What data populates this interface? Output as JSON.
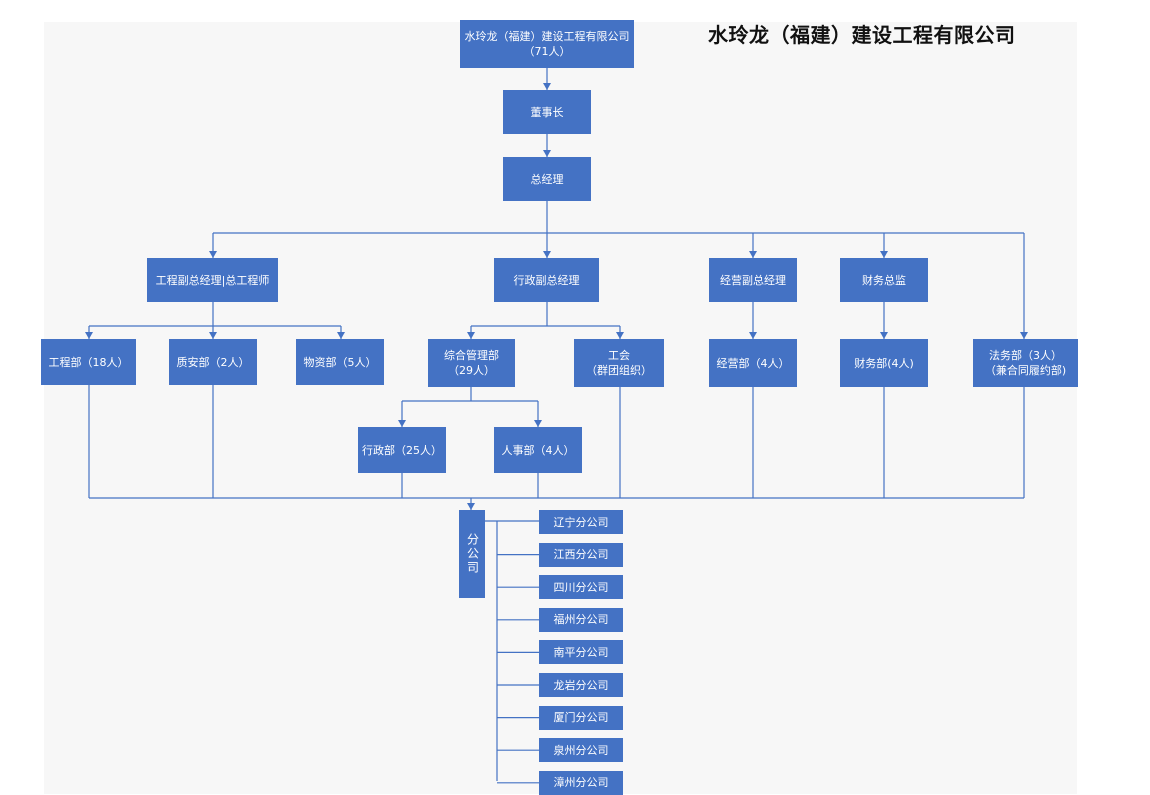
{
  "title": "水玲龙（福建）建设工程有限公司",
  "nodes": {
    "company": [
      "水玲龙（福建）建设工程有限公司",
      "（71人）"
    ],
    "chairman": [
      "董事长"
    ],
    "gm": [
      "总经理"
    ],
    "eng_vp": [
      "工程副总经理|总工程师"
    ],
    "admin_vp": [
      "行政副总经理"
    ],
    "biz_vp": [
      "经营副总经理"
    ],
    "cfo": [
      "财务总监"
    ],
    "eng_dept": [
      "工程部（18人）"
    ],
    "qa_dept": [
      "质安部（2人）"
    ],
    "material_dept": [
      "物资部（5人）"
    ],
    "general_mgmt": [
      "综合管理部",
      "（29人）"
    ],
    "union": [
      "工会",
      "（群团组织）"
    ],
    "biz_dept": [
      "经营部（4人）"
    ],
    "finance_dept": [
      "财务部(4人)"
    ],
    "legal_dept": [
      "法务部（3人）",
      "（兼合同履约部)"
    ],
    "admin_dept": [
      "行政部（25人）"
    ],
    "hr_dept": [
      "人事部（4人）"
    ],
    "branch": [
      "分公司"
    ]
  },
  "branches": [
    "辽宁分公司",
    "江西分公司",
    "四川分公司",
    "福州分公司",
    "南平分公司",
    "龙岩分公司",
    "厦门分公司",
    "泉州分公司",
    "漳州分公司"
  ]
}
